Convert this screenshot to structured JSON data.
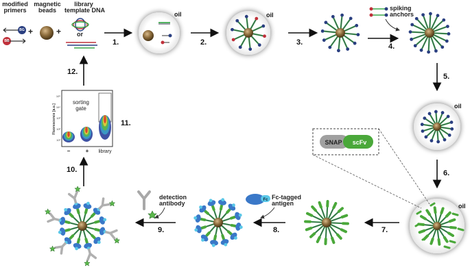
{
  "top_labels": {
    "primers_line1": "modified",
    "primers_line2": "primers",
    "beads_line1": "magnetic",
    "beads_line2": "beads",
    "library_line1": "library",
    "library_line2": "template DNA",
    "plus": "+",
    "or": "or",
    "bg_badge": "BG",
    "bb_badge": "BB",
    "spiking_line1": "spiking",
    "spiking_line2": "anchors"
  },
  "oil_label": "oil",
  "steps": [
    "1.",
    "2.",
    "3.",
    "4.",
    "5.",
    "6.",
    "7.",
    "8.",
    "9.",
    "10.",
    "11.",
    "12."
  ],
  "fusion": {
    "snap": "SNAP",
    "scfv": "scFv"
  },
  "antigen": {
    "line1": "Fc-tagged",
    "line2": "antigen",
    "tag": "Fc"
  },
  "detection": {
    "line1": "detection",
    "line2": "antibody"
  },
  "facs": {
    "y_axis_label": "Fluorescence [a.u.]",
    "gate_line1": "sorting",
    "gate_line2": "gate",
    "x_labels": [
      "−",
      "+",
      "library"
    ],
    "y_ticks": [
      "10⁵",
      "10⁴",
      "10³",
      "10²",
      "10¹"
    ]
  },
  "colors": {
    "bead": "#8a6a3a",
    "anchor_green": "#3aa84a",
    "anchor_dark": "#3a3a52",
    "node_blue": "#2a3f80",
    "node_red": "#c0303a",
    "snap_gray": "#9a9a9a",
    "scfv_green": "#4aa83a",
    "antigen_blue": "#3a78c8",
    "antibody_gray": "#b0b0b0",
    "star_green": "#5ab84a"
  }
}
